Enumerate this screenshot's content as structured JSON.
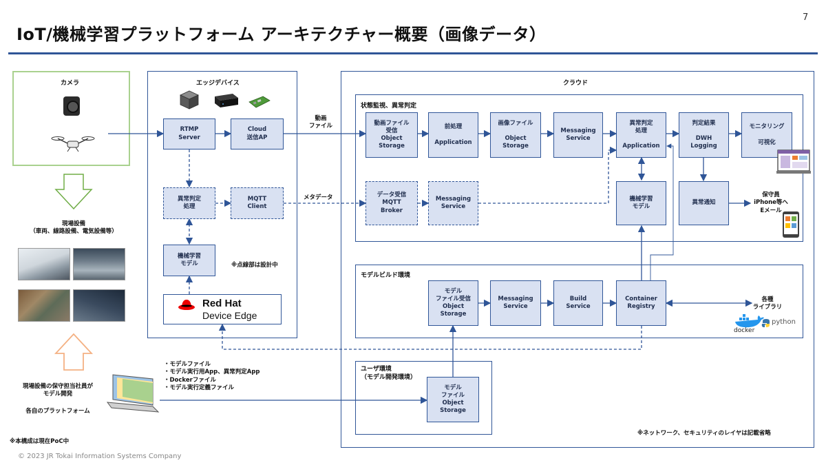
{
  "page": {
    "title": "IoT/機械学習プラットフォーム アーキテクチャー概要（画像データ）",
    "page_number": "7",
    "footer": "© 2023 JR Tokai Information Systems Company"
  },
  "panels": {
    "camera": "カメラ",
    "edge": "エッジデバイス",
    "cloud": "クラウド",
    "state": "状態監視、異常判定",
    "build": "モデルビルド環境",
    "user": "ユーザ環境\n（モデル開発環境）"
  },
  "edge_boxes": {
    "rtmp": "RTMP\nServer",
    "cloud_ap": "Cloud\n送信AP",
    "anomaly": "異常判定\n処理",
    "mqtt": "MQTT\nClient",
    "ml_model": "機械学習\nモデル"
  },
  "state_boxes": {
    "video_storage": "動画ファイル\n受信\nObject\nStorage",
    "preprocess": "前処理\n\nApplication",
    "image_storage": "画像ファイル\n\nObject\nStorage",
    "messaging1": "Messaging\nService",
    "anomaly_app": "異常判定\n処理\n\nApplication",
    "result": "判定結果\n\nDWH\nLogging",
    "monitoring": "モニタリング\n\n可視化",
    "mqtt_broker": "データ受信\nMQTT\nBroker",
    "messaging2": "Messaging\nService",
    "ml_model": "機械学習\nモデル",
    "alert": "異常通知"
  },
  "build_boxes": {
    "model_storage": "モデル\nファイル受信\nObject\nStorage",
    "messaging": "Messaging\nService",
    "build_service": "Build\nService",
    "registry": "Container\nRegistry"
  },
  "user_boxes": {
    "model_storage": "モデル\nファイル\nObject\nStorage"
  },
  "labels": {
    "video_file": "動画\nファイル",
    "metadata": "メタデータ",
    "dotted_note": "※点線部は設計中",
    "field_equipment": "現場設備\n（車両、線路設備、電気設備等）",
    "maintenance": "現場設備の保守担当社員が\nモデル開発",
    "own_platform": "各自のプラットフォーム",
    "poc_note": "※本構成は現在PoC中",
    "network_note": "※ネットワーク、セキュリティのレイヤは記載省略",
    "worker": "保守員\niPhone等へ\nEメール",
    "libraries": "各種\nライブラリ",
    "files_list": "・モデルファイル\n・モデル実行用App、異常判定App\n・Dockerファイル\n・モデル実行定義ファイル",
    "redhat_top": "Red Hat",
    "redhat_bottom": "Device Edge",
    "docker": "docker",
    "python": "python"
  },
  "colors": {
    "accent": "#2f5597",
    "box_fill": "#d9e1f2",
    "camera_border": "#70ad47",
    "down_arrow": "#70ad47",
    "up_arrow": "#f4b183",
    "redhat": "#ee0000"
  }
}
